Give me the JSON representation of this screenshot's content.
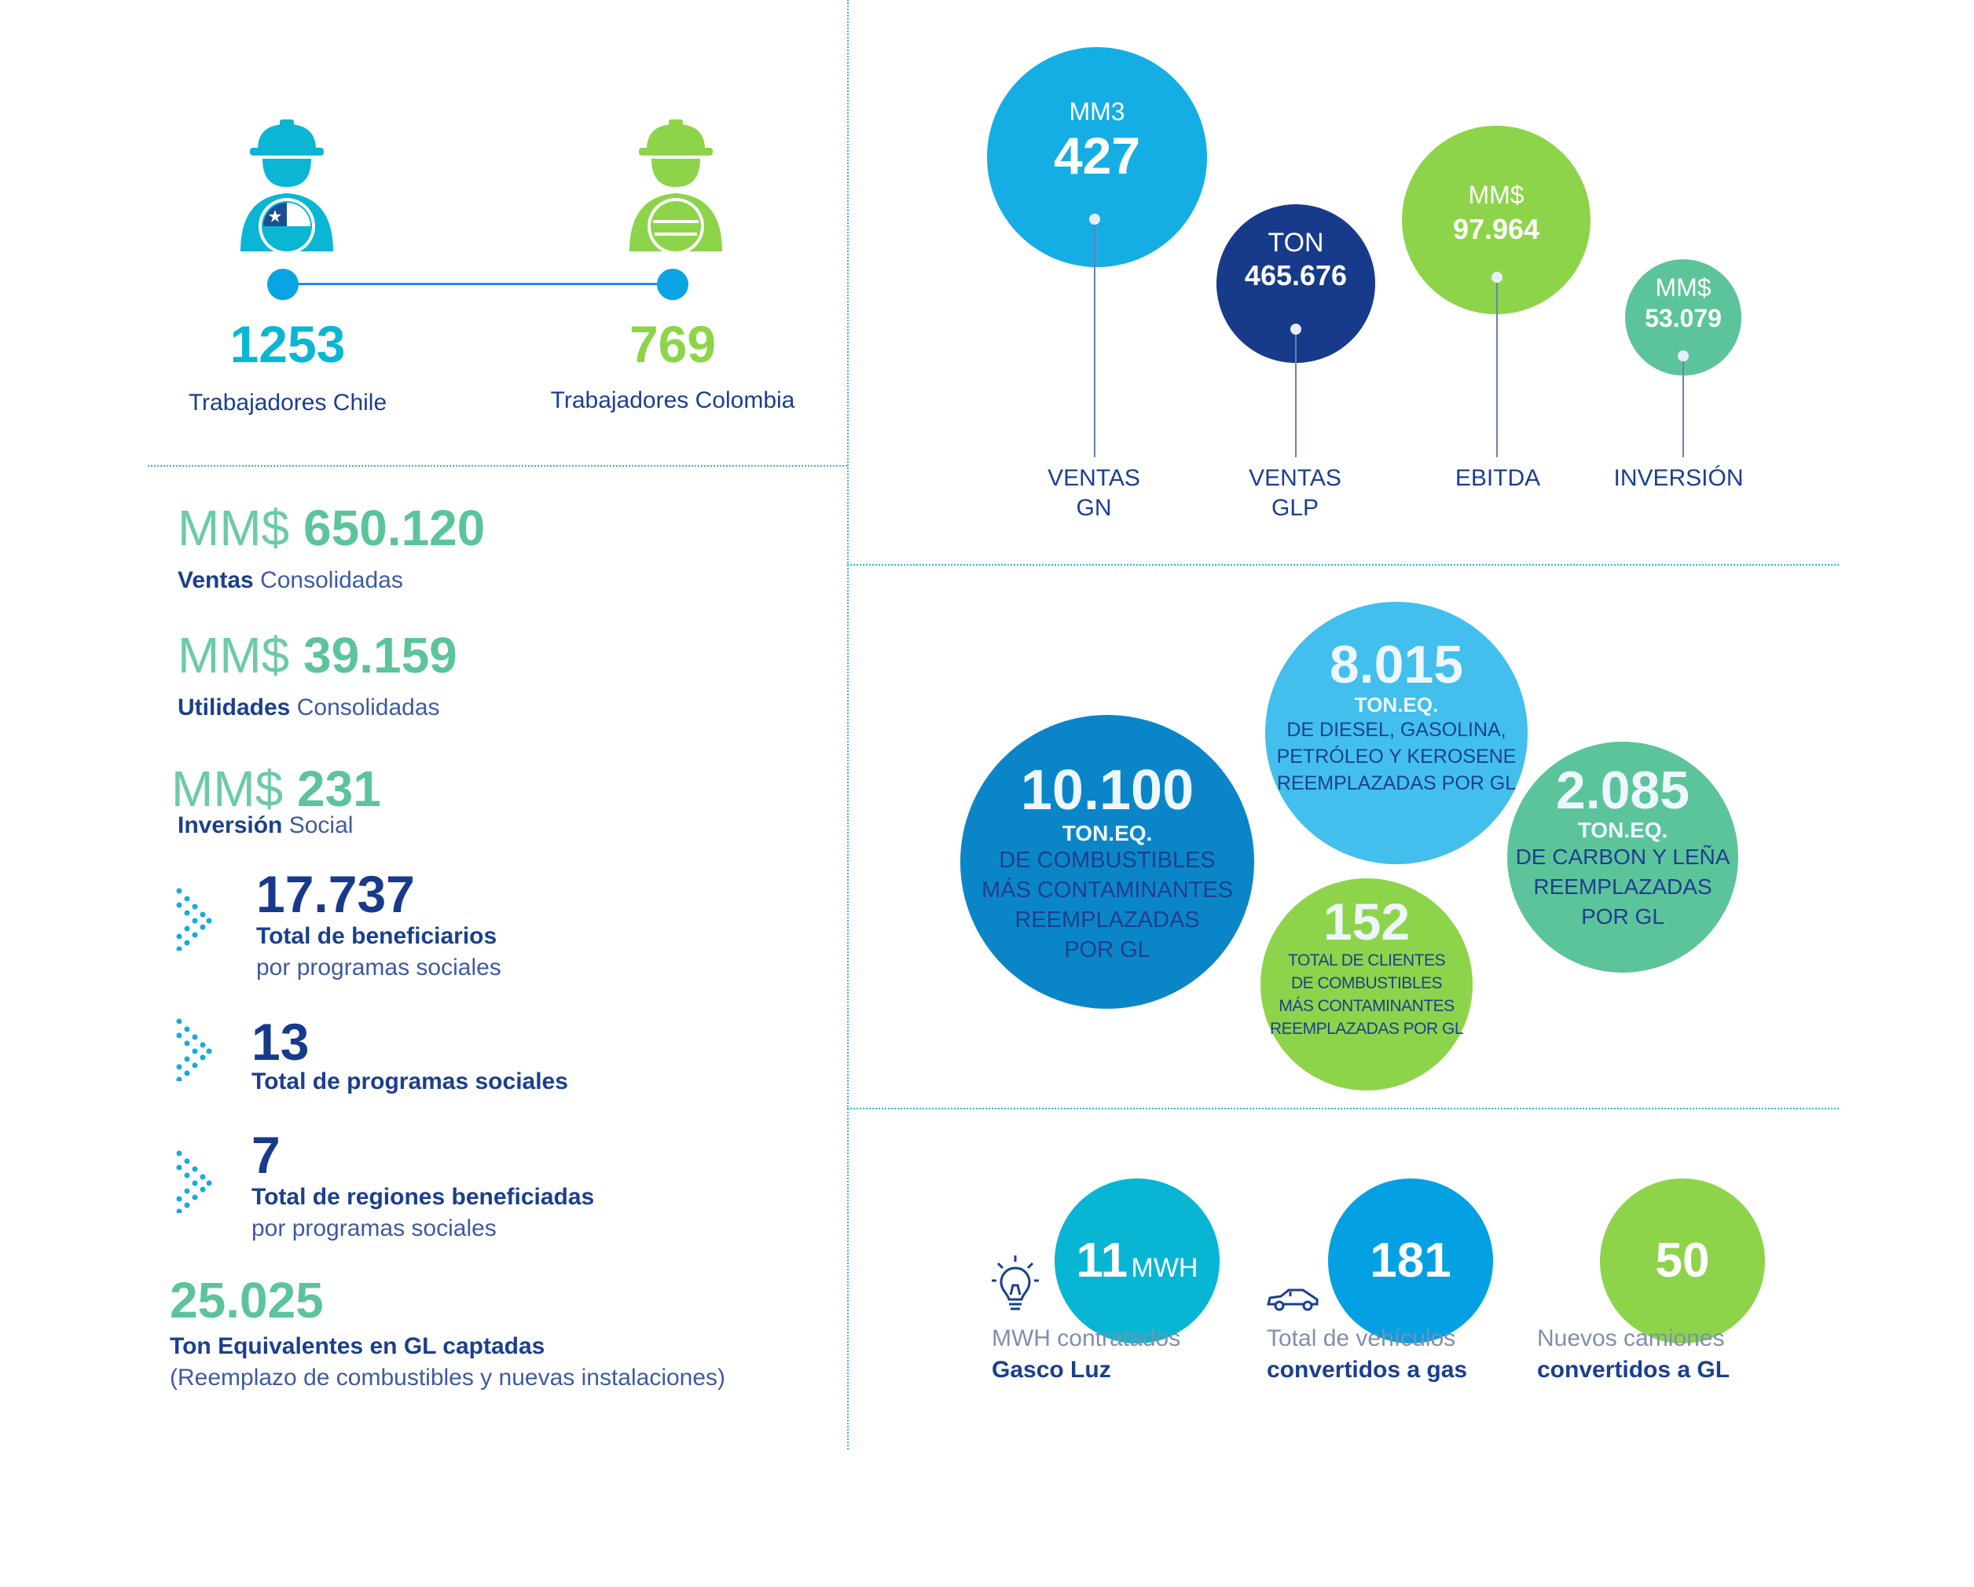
{
  "workers": {
    "chile": {
      "value": "1253",
      "label": "Trabajadores Chile"
    },
    "colombia": {
      "value": "769",
      "label": "Trabajadores Colombia"
    }
  },
  "stats": {
    "ventas": {
      "prefix": "MM$",
      "value": "650.120",
      "label_bold": "Ventas",
      "label_rest": "Consolidadas"
    },
    "utilidades": {
      "prefix": "MM$",
      "value": "39.159",
      "label_bold": "Utilidades",
      "label_rest": "Consolidadas"
    },
    "inversion": {
      "prefix": "MM$",
      "value": "231",
      "label_bold": "Inversión",
      "label_rest": "Social"
    }
  },
  "programs": [
    {
      "value": "17.737",
      "label_bold": "Total de beneficiarios",
      "label_rest": "por programas sociales"
    },
    {
      "value": "13",
      "label_bold": "Total de programas sociales",
      "label_rest": ""
    },
    {
      "value": "7",
      "label_bold": "Total de regiones beneficiadas",
      "label_rest": "por programas sociales"
    }
  ],
  "ton_gl": {
    "value": "25.025",
    "label_bold": "Ton Equivalentes en GL captadas",
    "label_rest": "(Reemplazo de combustibles y nuevas instalaciones)"
  },
  "kpis": [
    {
      "unit": "MM3",
      "value": "427",
      "caption_1": "VENTAS",
      "caption_2": "GN",
      "color": "#14aee5"
    },
    {
      "unit": "TON",
      "value": "465.676",
      "caption_1": "VENTAS",
      "caption_2": "GLP",
      "color": "#173a8a"
    },
    {
      "unit": "MM$",
      "value": "97.964",
      "caption_1": "EBITDA",
      "caption_2": "",
      "color": "#8dd44a"
    },
    {
      "unit": "MM$",
      "value": "53.079",
      "caption_1": "INVERSIÓN",
      "caption_2": "",
      "color": "#5cc49a"
    }
  ],
  "bubbles": {
    "b1": {
      "value": "10.100",
      "unit": "TON.EQ.",
      "l1": "DE COMBUSTIBLES",
      "l2": "MÁS CONTAMINANTES",
      "l3": "REEMPLAZADAS",
      "l4": "POR GL",
      "color": "#0a86c8"
    },
    "b2": {
      "value": "8.015",
      "unit": "TON.EQ.",
      "l1": "DE DIESEL, GASOLINA,",
      "l2": "PETRÓLEO Y KEROSENE",
      "l3": "REEMPLAZADAS POR GL",
      "color": "#42bfec"
    },
    "b3": {
      "value": "2.085",
      "unit": "TON.EQ.",
      "l1": "DE CARBON Y LEÑA",
      "l2": "REEMPLAZADAS",
      "l3": "POR GL",
      "color": "#5cc49a"
    },
    "b4": {
      "value": "152",
      "l1": "TOTAL DE CLIENTES",
      "l2": "DE COMBUSTIBLES",
      "l3": "MÁS CONTAMINANTES",
      "l4": "REEMPLAZADAS POR GL",
      "color": "#8dd44a"
    }
  },
  "bottom": [
    {
      "value": "11",
      "unit": "MWH",
      "label_light": "MWH contratados",
      "label_bold": "Gasco Luz",
      "color": "#08b6d4",
      "icon": "lightbulb-icon"
    },
    {
      "value": "181",
      "label_light": "Total de vehículos",
      "label_bold": "convertidos a gas",
      "color": "#03a1e3",
      "icon": "car-icon"
    },
    {
      "value": "50",
      "label_light": "Nuevos camiones",
      "label_bold": "convertidos a GL",
      "color": "#8dd44a"
    }
  ],
  "colors": {
    "navy": "#173a8a",
    "cyan": "#08b6d4",
    "green": "#8dd44a",
    "teal": "#5cc49a"
  }
}
